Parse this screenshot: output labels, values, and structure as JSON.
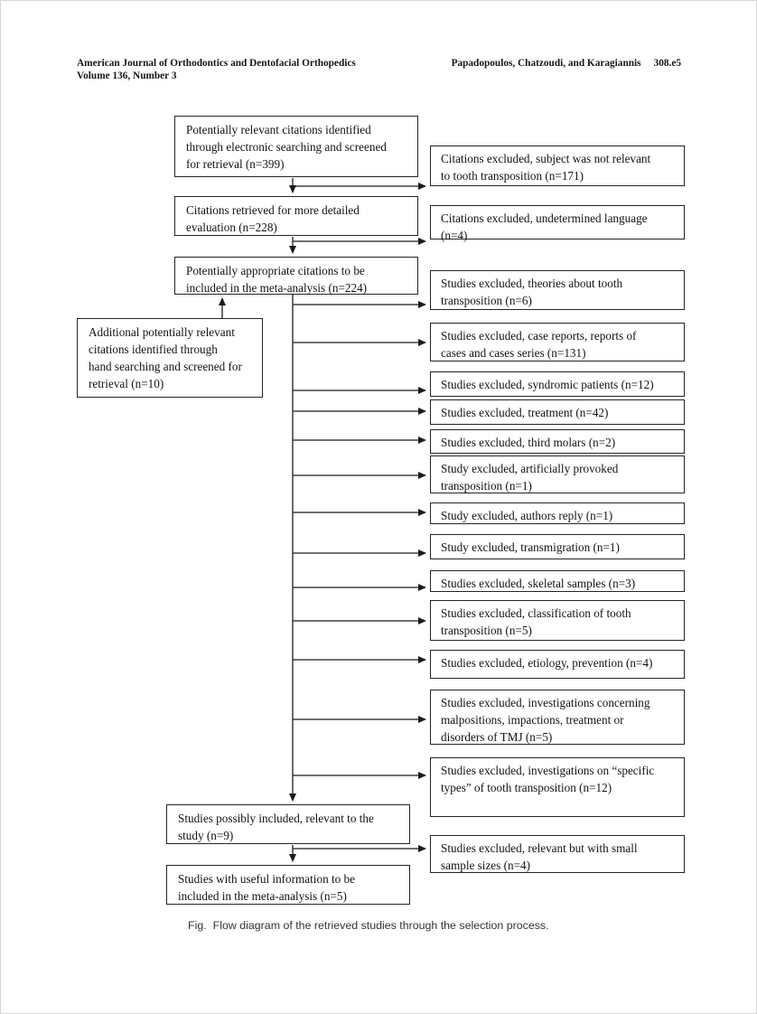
{
  "header": {
    "left_line1": "American Journal of Orthodontics and Dentofacial Orthopedics",
    "left_line2": "Volume 136, Number 3",
    "right_authors": "Papadopoulos, Chatzoudi, and Karagiannis",
    "right_page": "308.e5"
  },
  "figure": {
    "caption_label": "Fig.",
    "caption_text": "Flow diagram of the retrieved studies through the selection process."
  },
  "colors": {
    "background": "#ffffff",
    "box_border": "#242424",
    "text": "#141414",
    "arrow": "#1b1b1b"
  },
  "flowchart": {
    "main_boxes": [
      {
        "id": "citations-identified",
        "text": "Potentially relevant citations identified\nthrough electronic searching and screened\nfor retrieval (n=399)"
      },
      {
        "id": "citations-retrieved",
        "text": "Citations retrieved for more detailed\nevaluation (n=228)"
      },
      {
        "id": "potentially-appropriate",
        "text": "Potentially appropriate citations to be\nincluded in the meta-analysis (n=224)"
      },
      {
        "id": "hand-searching",
        "text": "Additional potentially relevant\ncitations identified through\nhand searching and screened for\nretrieval (n=10)"
      },
      {
        "id": "possibly-included",
        "text": "Studies possibly included, relevant to the\nstudy (n=9)"
      },
      {
        "id": "useful-information",
        "text": "Studies with useful information to be\nincluded in the meta-analysis (n=5)"
      }
    ],
    "exclusion_boxes": [
      {
        "id": "subject-not-relevant",
        "text": "Citations excluded, subject was not relevant\nto tooth transposition (n=171)"
      },
      {
        "id": "undetermined-language",
        "text": "Citations excluded, undetermined language\n(n=4)"
      },
      {
        "id": "theories",
        "text": "Studies excluded, theories about tooth\ntransposition (n=6)"
      },
      {
        "id": "case-reports",
        "text": "Studies excluded, case reports, reports of\ncases and cases series (n=131)"
      },
      {
        "id": "syndromic-patients",
        "text": "Studies excluded, syndromic patients (n=12)"
      },
      {
        "id": "treatment",
        "text": "Studies excluded, treatment (n=42)"
      },
      {
        "id": "third-molars",
        "text": "Studies excluded, third molars (n=2)"
      },
      {
        "id": "artificially-provoked",
        "text": "Study excluded, artificially provoked\ntransposition (n=1)"
      },
      {
        "id": "authors-reply",
        "text": "Study excluded, authors reply (n=1)"
      },
      {
        "id": "transmigration",
        "text": "Study excluded, transmigration (n=1)"
      },
      {
        "id": "skeletal-samples",
        "text": "Studies excluded, skeletal samples (n=3)"
      },
      {
        "id": "classification",
        "text": "Studies excluded, classification of tooth\ntransposition (n=5)"
      },
      {
        "id": "etiology-prevention",
        "text": "Studies excluded, etiology, prevention (n=4)"
      },
      {
        "id": "tmj-investigations",
        "text": "Studies excluded, investigations concerning\nmalpositions, impactions, treatment or\ndisorders of TMJ (n=5)"
      },
      {
        "id": "specific-types",
        "text": "Studies excluded, investigations on “specific\ntypes” of tooth transposition (n=12)"
      },
      {
        "id": "small-samples",
        "text": "Studies excluded, relevant but with small\nsample sizes (n=4)"
      }
    ]
  }
}
